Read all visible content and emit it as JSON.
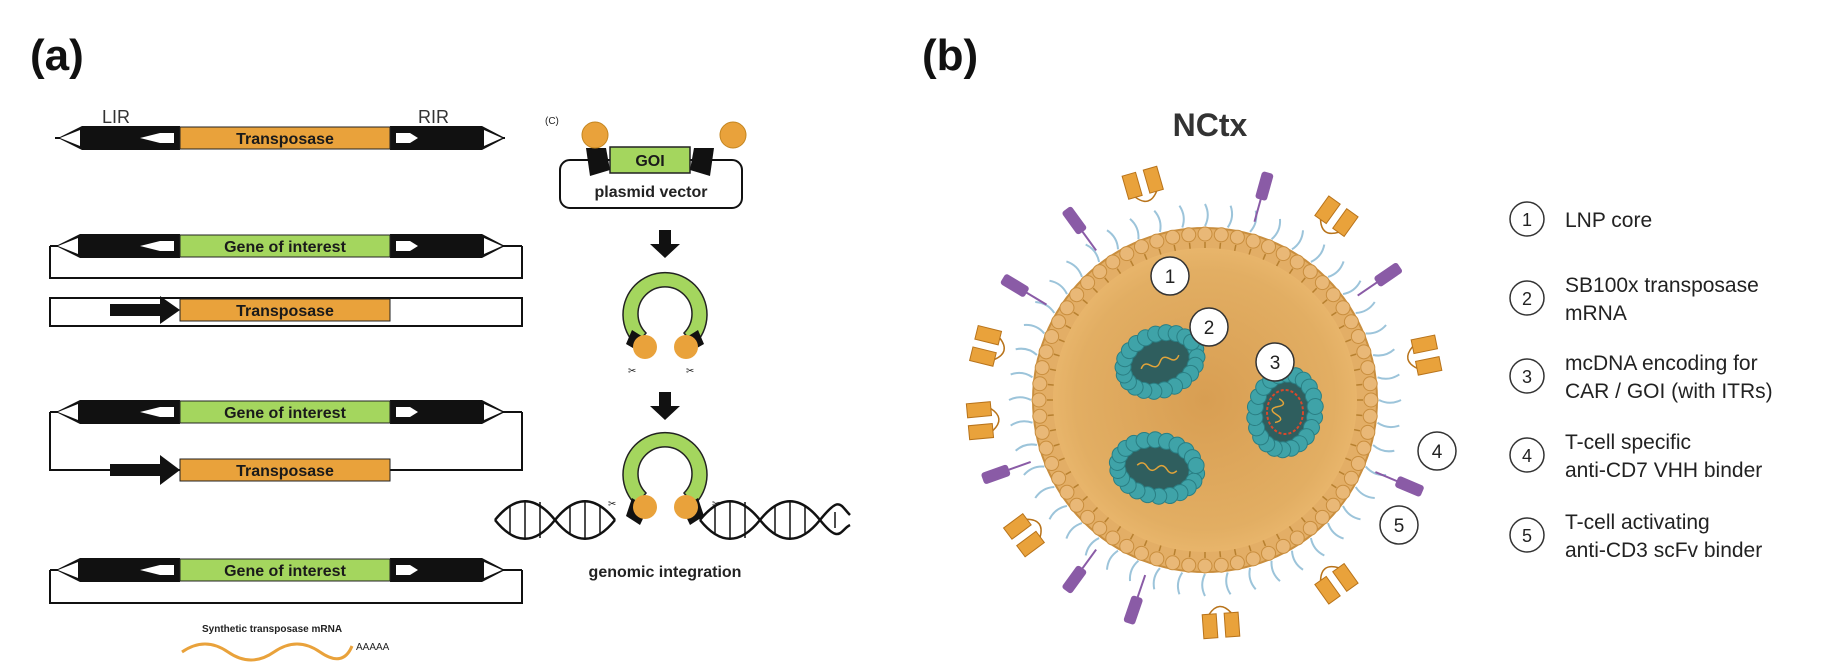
{
  "panel_a": {
    "label": "(a)",
    "lir_label": "LIR",
    "rir_label": "RIR",
    "transposase": "Transposase",
    "gene_of_interest": "Gene of interest",
    "mrna_label": "Synthetic transposase mRNA",
    "poly_a": "AAAAA",
    "sub_label_c": "(C)",
    "goi": "GOI",
    "plasmid_vector": "plasmid vector",
    "genomic_integration": "genomic integration"
  },
  "panel_b": {
    "label": "(b)",
    "title": "NCtx",
    "callouts": [
      "1",
      "2",
      "3",
      "4",
      "5"
    ],
    "legend": [
      {
        "num": "1",
        "lines": [
          "LNP core"
        ]
      },
      {
        "num": "2",
        "lines": [
          "SB100x transposase",
          "mRNA"
        ]
      },
      {
        "num": "3",
        "lines": [
          "mcDNA encoding for",
          "CAR / GOI (with ITRs)"
        ]
      },
      {
        "num": "4",
        "lines": [
          "T-cell specific",
          "anti-CD7 VHH binder"
        ]
      },
      {
        "num": "5",
        "lines": [
          "T-cell activating",
          "anti-CD3 scFv binder"
        ]
      }
    ]
  },
  "colors": {
    "orange": "#E9A23B",
    "green": "#A4D65E",
    "black": "#111111",
    "teal": "#3FA3A8",
    "purple": "#8A5BA6",
    "lnp_tan": "#E7B96F"
  }
}
